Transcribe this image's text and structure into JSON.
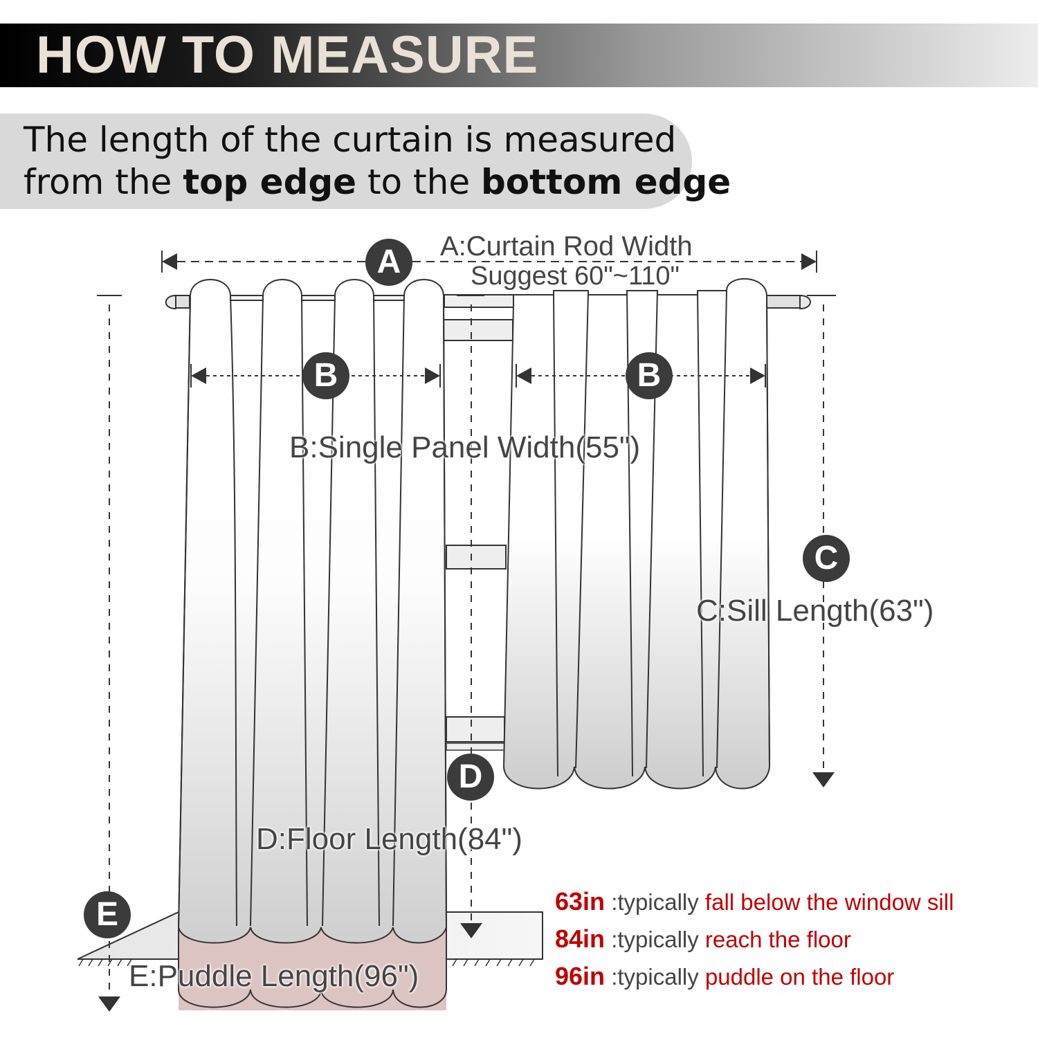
{
  "header": {
    "title": "HOW TO MEASURE"
  },
  "intro": {
    "part1": "The length of the curtain is measured",
    "part2": "from the ",
    "bold1": "top edge",
    "part3": " to the ",
    "bold2": "bottom edge"
  },
  "badges": {
    "a": "A",
    "b": "B",
    "c": "C",
    "d": "D",
    "e": "E"
  },
  "labels": {
    "a_line1": "A:Curtain Rod Width",
    "a_line2": "Suggest 60\"~110\"",
    "b": "B:Single Panel Width(55\")",
    "c": "C:Sill Length(63\")",
    "d": "D:Floor Length(84\")",
    "e": "E:Puddle Length(96\")"
  },
  "notes": [
    {
      "length": "63in",
      "sep": " :typically ",
      "desc": "fall below the window sill"
    },
    {
      "length": "84in",
      "sep": " :typically ",
      "desc": "reach the floor"
    },
    {
      "length": "96in",
      "sep": " :typically ",
      "desc": "puddle on the floor"
    }
  ],
  "colors": {
    "accent": "#c00000",
    "badge": "#3b3b3b",
    "puddle": "#dcc4c3"
  }
}
